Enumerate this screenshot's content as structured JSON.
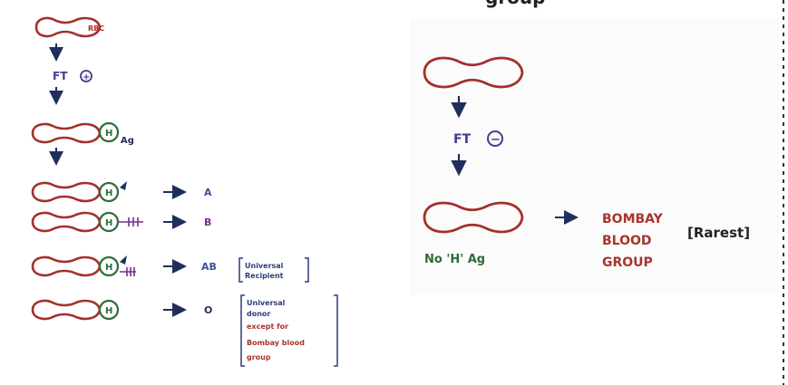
{
  "top_cut_label": "group",
  "left": {
    "rbc_label": "RBC",
    "ft_label": "FT",
    "ft_symbol": "+",
    "h_label": "H",
    "ag_label": "Ag",
    "rows": [
      {
        "group": "A"
      },
      {
        "group": "B"
      },
      {
        "group": "AB",
        "note": [
          "Universal",
          "Recipient"
        ]
      },
      {
        "group": "O",
        "note": [
          "Universal",
          "donor",
          "except for",
          "Bombay blood",
          "group"
        ]
      }
    ]
  },
  "right": {
    "ft_label": "FT",
    "ft_symbol": "−",
    "no_h_label": "No 'H' Ag",
    "result": [
      "BOMBAY",
      "BLOOD",
      "GROUP"
    ],
    "rarest_label": "[Rarest]"
  },
  "colors": {
    "cell": "#a3302c",
    "h_circle": "#2f6b3a",
    "arrow": "#1f2f5c",
    "ft": "#4b3a8c",
    "label_a": "#3d4f9a",
    "label_b": "#7a2e8a",
    "note_blue": "#2c3c78",
    "note_red": "#a8342c",
    "bombay": "#a8342c",
    "no_h": "#2f6b3a",
    "divider": "#333333"
  }
}
